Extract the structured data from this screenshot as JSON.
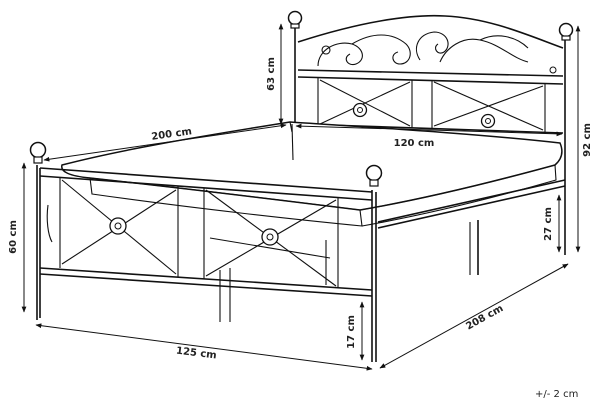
{
  "dimensions": {
    "headboard_height": "63 cm",
    "bed_length": "200 cm",
    "bed_width": "120 cm",
    "total_height": "92 cm",
    "footboard_height": "60 cm",
    "underbed_clearance_rear": "27 cm",
    "underbed_clearance_front": "17 cm",
    "total_width": "125 cm",
    "total_length": "208 cm"
  },
  "tolerance": "+/- 2 cm"
}
